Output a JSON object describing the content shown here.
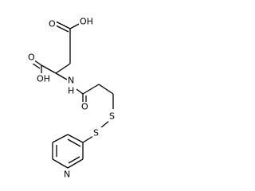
{
  "molecule": {
    "labels": {
      "acid_top": "OH",
      "acid_top_o": "O",
      "acid_left": "OH",
      "acid_left_o": "O",
      "amide_nh": "H",
      "amide_n": "N",
      "amide_o": "O",
      "s1": "S",
      "s2": "S",
      "pyridine_n": "N"
    },
    "colors": {
      "bond": "#000000",
      "text": "#000000",
      "background": "#ffffff"
    }
  }
}
